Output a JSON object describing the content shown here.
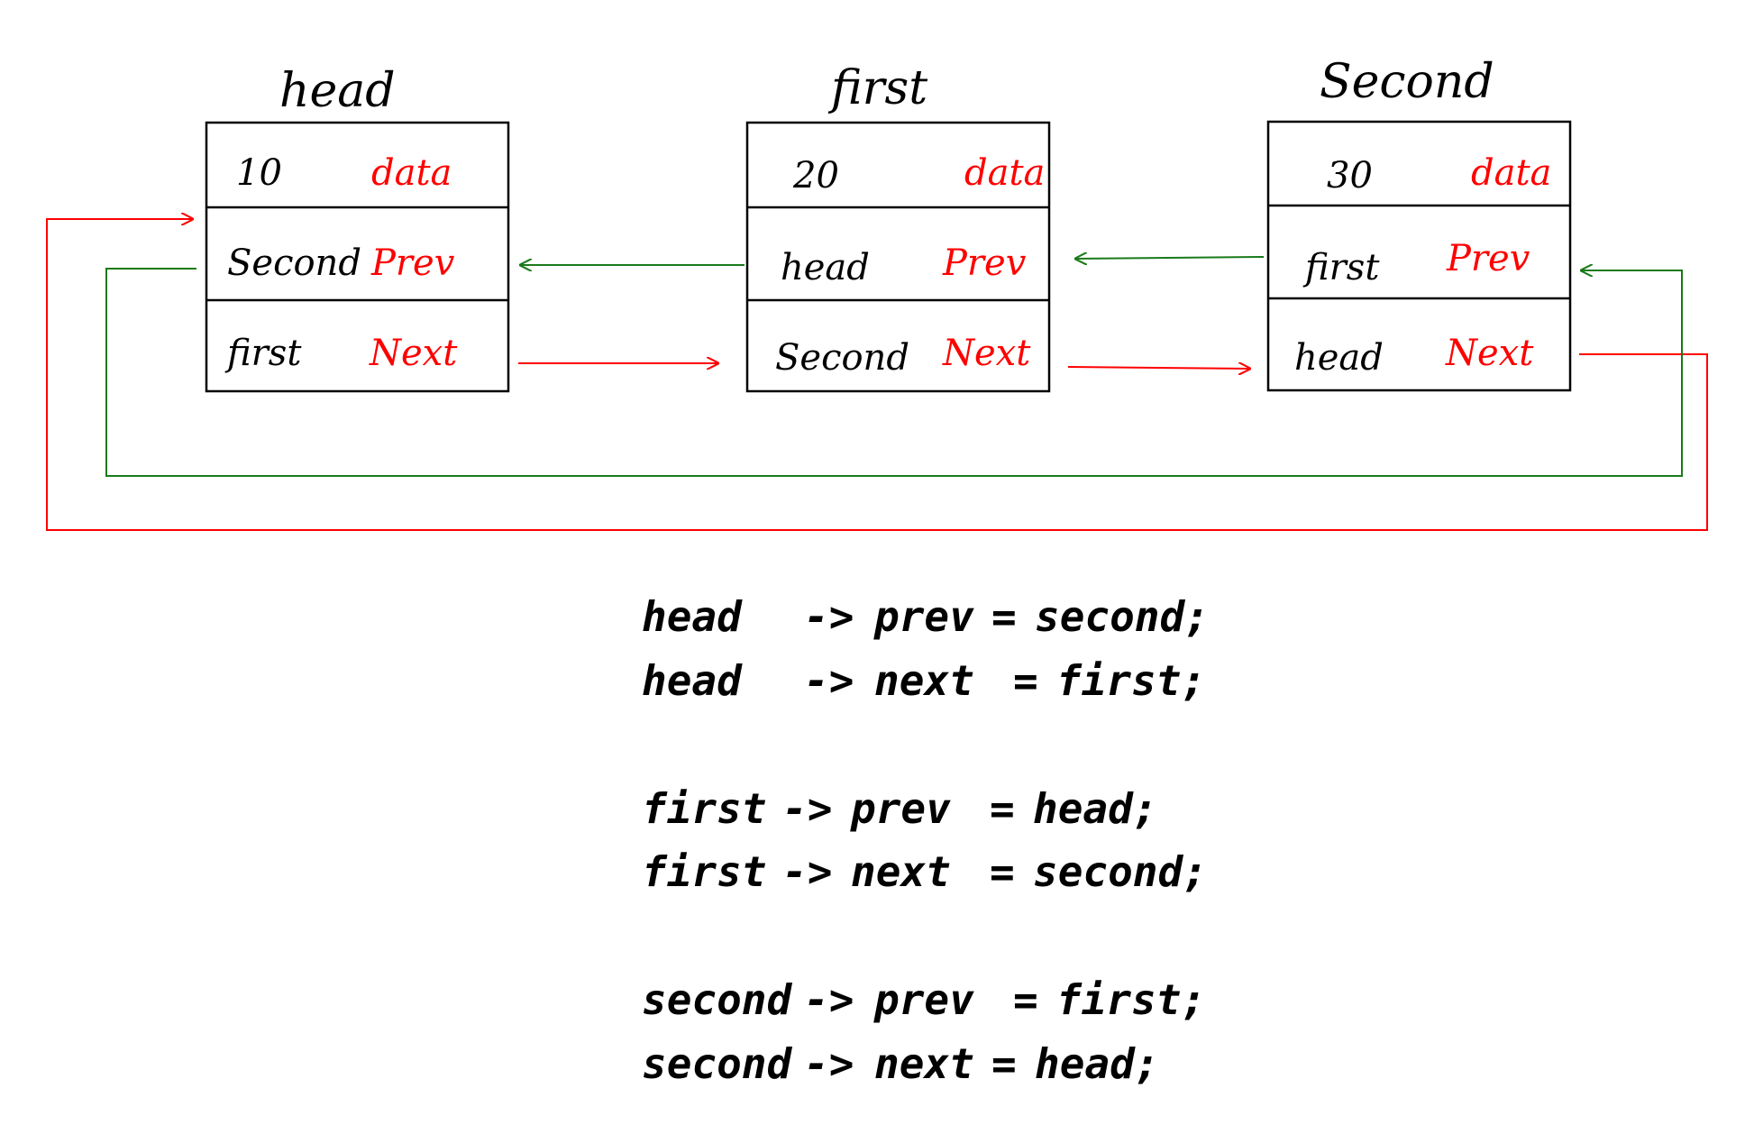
{
  "colors": {
    "ink": "#000000",
    "label": "#ff0000",
    "next_arrow": "#ff0000",
    "prev_arrow": "#1a7a1a"
  },
  "nodes": [
    {
      "name": "head",
      "value": "10",
      "data_label": "data",
      "prev_value": "Second",
      "prev_label": "Prev",
      "next_value": "first",
      "next_label": "Next"
    },
    {
      "name": "first",
      "value": "20",
      "data_label": "data",
      "prev_value": "head",
      "prev_label": "Prev",
      "next_value": "Second",
      "next_label": "Next"
    },
    {
      "name": "Second",
      "value": "30",
      "data_label": "data",
      "prev_value": "first",
      "prev_label": "Prev",
      "next_value": "head",
      "next_label": "Next"
    }
  ],
  "code": [
    {
      "lhs": "head",
      "field": "prev",
      "rhs": "second;"
    },
    {
      "lhs": "head",
      "field": "next",
      "rhs": "first;"
    },
    {
      "lhs": "first",
      "field": "prev",
      "rhs": "head;"
    },
    {
      "lhs": "first",
      "field": "next",
      "rhs": "second;"
    },
    {
      "lhs": "second",
      "field": "prev",
      "rhs": "first;"
    },
    {
      "lhs": "second",
      "field": "next",
      "rhs": "head;"
    }
  ],
  "code_arrow": "->",
  "code_eq": "="
}
